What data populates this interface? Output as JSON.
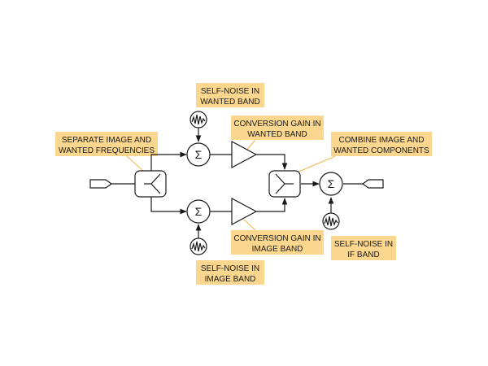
{
  "diagram": {
    "sum_symbol": "Σ",
    "callouts": {
      "separate": [
        "SEPARATE IMAGE AND",
        "WANTED FREQUENCIES"
      ],
      "self_noise_wanted": [
        "SELF-NOISE IN",
        "WANTED BAND"
      ],
      "conv_gain_wanted": [
        "CONVERSION GAIN IN",
        "WANTED BAND"
      ],
      "combine": [
        "COMBINE IMAGE AND",
        "WANTED COMPONENTS"
      ],
      "conv_gain_image": [
        "CONVERSION GAIN IN",
        "IMAGE BAND"
      ],
      "self_noise_if": [
        "SELF-NOISE IN",
        "IF BAND"
      ],
      "self_noise_image": [
        "SELF-NOISE IN",
        "IMAGE BAND"
      ]
    },
    "colors": {
      "callout_fill": "#fbd68e",
      "leader": "#f0b84a",
      "line": "#1a1a1a"
    }
  }
}
